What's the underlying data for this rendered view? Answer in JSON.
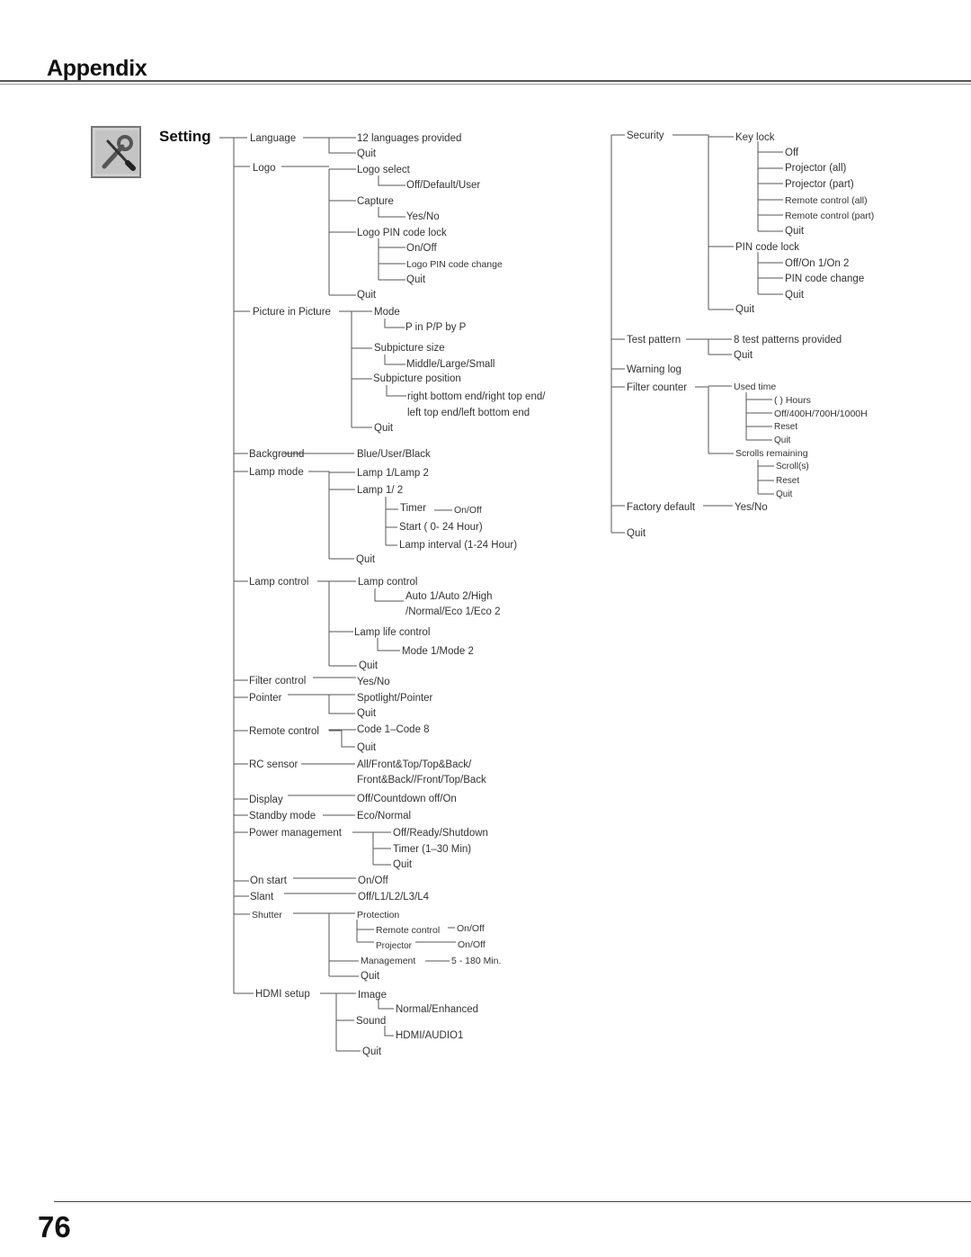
{
  "header": {
    "title": "Appendix"
  },
  "section": {
    "title": "Setting",
    "icon": "wrench-screwdriver-icon"
  },
  "page_number": "76",
  "menu_labels": [
    [
      "Language",
      278,
      147,
      ""
    ],
    [
      "12 languages provided",
      397,
      147,
      ""
    ],
    [
      "Quit",
      397,
      164,
      ""
    ],
    [
      "Logo",
      281,
      180,
      ""
    ],
    [
      "Logo select",
      397,
      182,
      ""
    ],
    [
      "Off/Default/User",
      452,
      199,
      ""
    ],
    [
      "Capture",
      397,
      217,
      ""
    ],
    [
      "Yes/No",
      452,
      234,
      ""
    ],
    [
      "Logo PIN code lock",
      397,
      252,
      ""
    ],
    [
      "On/Off",
      452,
      269,
      ""
    ],
    [
      "Logo PIN code change",
      452,
      287,
      "s"
    ],
    [
      "Quit",
      452,
      304,
      ""
    ],
    [
      "Quit",
      397,
      321,
      ""
    ],
    [
      "Picture in Picture",
      281,
      340,
      ""
    ],
    [
      "Mode",
      416,
      340,
      ""
    ],
    [
      "P in P/P by P",
      451,
      357,
      ""
    ],
    [
      "Subpicture size",
      416,
      380,
      ""
    ],
    [
      "Middle/Large/Small",
      452,
      398,
      ""
    ],
    [
      "Subpicture position",
      415,
      414,
      ""
    ],
    [
      "right bottom end/right top end/",
      453,
      434,
      ""
    ],
    [
      "left top end/left bottom end",
      453,
      452,
      ""
    ],
    [
      "Quit",
      416,
      469,
      ""
    ],
    [
      "Background",
      277,
      498,
      ""
    ],
    [
      "Blue/User/Black",
      397,
      498,
      ""
    ],
    [
      "Lamp mode",
      277,
      518,
      ""
    ],
    [
      "Lamp 1/Lamp 2",
      397,
      519,
      ""
    ],
    [
      "Lamp 1/ 2",
      397,
      538,
      ""
    ],
    [
      "Timer",
      445,
      558,
      ""
    ],
    [
      "On/Off",
      505,
      560,
      "s"
    ],
    [
      "Start ( 0- 24 Hour)",
      444,
      579,
      ""
    ],
    [
      "Lamp  interval (1-24 Hour)",
      444,
      599,
      ""
    ],
    [
      "Quit",
      396,
      615,
      ""
    ],
    [
      "Lamp control",
      277,
      640,
      ""
    ],
    [
      "Lamp control",
      398,
      640,
      ""
    ],
    [
      "Auto 1/Auto 2/High",
      451,
      656,
      ""
    ],
    [
      "/Normal/Eco 1/Eco 2",
      451,
      673,
      ""
    ],
    [
      "Lamp life control",
      394,
      696,
      ""
    ],
    [
      "Mode 1/Mode 2",
      447,
      717,
      ""
    ],
    [
      "Quit",
      399,
      733,
      ""
    ],
    [
      "Filter control",
      277,
      750,
      ""
    ],
    [
      "Yes/No",
      397,
      751,
      ""
    ],
    [
      "Pointer",
      277,
      769,
      ""
    ],
    [
      "Spotlight/Pointer",
      397,
      769,
      ""
    ],
    [
      "Quit",
      397,
      786,
      ""
    ],
    [
      "Remote control",
      277,
      806,
      ""
    ],
    [
      "Code 1–Code 8",
      397,
      804,
      ""
    ],
    [
      "Quit",
      397,
      824,
      ""
    ],
    [
      "RC sensor",
      277,
      843,
      ""
    ],
    [
      "All/Front&Top/Top&Back/",
      397,
      843,
      ""
    ],
    [
      "Front&Back//Front/Top/Back",
      397,
      860,
      ""
    ],
    [
      "Display",
      277,
      882,
      ""
    ],
    [
      "Off/Countdown off/On",
      397,
      881,
      ""
    ],
    [
      "Standby mode",
      277,
      900,
      ""
    ],
    [
      "Eco/Normal",
      397,
      900,
      ""
    ],
    [
      "Power management",
      277,
      919,
      ""
    ],
    [
      "Off/Ready/Shutdown",
      437,
      919,
      ""
    ],
    [
      "Timer (1–30 Min)",
      437,
      937,
      ""
    ],
    [
      "Quit",
      437,
      954,
      ""
    ],
    [
      "On start",
      278,
      972,
      ""
    ],
    [
      "On/Off",
      398,
      972,
      ""
    ],
    [
      "Slant",
      278,
      990,
      ""
    ],
    [
      "Off/L1/L2/L3/L4",
      398,
      990,
      ""
    ],
    [
      "Shutter",
      280,
      1010,
      "s"
    ],
    [
      "Protection",
      397,
      1010,
      "s"
    ],
    [
      "Remote control",
      418,
      1027,
      "s"
    ],
    [
      "On/Off",
      508,
      1025,
      "s"
    ],
    [
      "Projector",
      418,
      1045,
      "xs"
    ],
    [
      "On/Off",
      509,
      1043,
      "s"
    ],
    [
      "Management",
      401,
      1061,
      "s"
    ],
    [
      "5 - 180 Min.",
      502,
      1061,
      "s"
    ],
    [
      "Quit",
      401,
      1078,
      ""
    ],
    [
      "HDMI setup",
      284,
      1098,
      ""
    ],
    [
      "Image",
      398,
      1099,
      ""
    ],
    [
      "Normal/Enhanced",
      440,
      1115,
      ""
    ],
    [
      "Sound",
      396,
      1128,
      ""
    ],
    [
      "HDMI/AUDIO1",
      440,
      1144,
      ""
    ],
    [
      "Quit",
      403,
      1162,
      ""
    ],
    [
      "Security",
      697,
      144,
      ""
    ],
    [
      "Key lock",
      818,
      146,
      ""
    ],
    [
      "Off",
      873,
      163,
      ""
    ],
    [
      "Projector (all)",
      873,
      180,
      ""
    ],
    [
      "Projector (part)",
      873,
      198,
      ""
    ],
    [
      "Remote control (all)",
      873,
      216,
      "s"
    ],
    [
      "Remote control (part)",
      873,
      233,
      "s"
    ],
    [
      "Quit",
      873,
      250,
      ""
    ],
    [
      "PIN code lock",
      818,
      268,
      ""
    ],
    [
      "Off/On 1/On 2",
      873,
      286,
      ""
    ],
    [
      "PIN code change",
      873,
      303,
      ""
    ],
    [
      "Quit",
      873,
      321,
      ""
    ],
    [
      "Quit",
      818,
      337,
      ""
    ],
    [
      "Test pattern",
      697,
      371,
      ""
    ],
    [
      "8 test patterns provided",
      816,
      371,
      ""
    ],
    [
      "Quit",
      816,
      388,
      ""
    ],
    [
      "Warning log",
      697,
      404,
      ""
    ],
    [
      "Filter counter",
      697,
      424,
      ""
    ],
    [
      "Used time",
      816,
      423,
      "s"
    ],
    [
      "(     ) Hours",
      861,
      438,
      "s"
    ],
    [
      "Off/400H/700H/1000H",
      861,
      453,
      "s"
    ],
    [
      "Reset",
      861,
      468,
      "xs"
    ],
    [
      "Quit",
      861,
      483,
      "xs"
    ],
    [
      "Scrolls remaining",
      818,
      497,
      "s"
    ],
    [
      "Scroll(s)",
      863,
      512,
      "xs"
    ],
    [
      "Reset",
      863,
      528,
      "xs"
    ],
    [
      "Quit",
      863,
      543,
      "xs"
    ],
    [
      "Factory default",
      697,
      557,
      ""
    ],
    [
      "Yes/No",
      817,
      557,
      ""
    ],
    [
      "Quit",
      697,
      586,
      ""
    ]
  ]
}
